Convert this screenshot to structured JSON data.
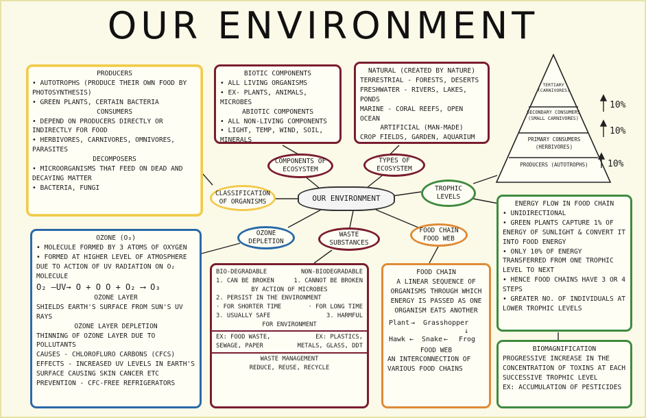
{
  "title": "OUR ENVIRONMENT",
  "producers": {
    "heading": "PRODUCERS",
    "items": [
      "• AUTOTROPHS (PRODUCE THEIR OWN FOOD BY PHOTOSYNTHESIS)",
      "• GREEN PLANTS, CERTAIN BACTERIA"
    ],
    "consumers_heading": "CONSUMERS",
    "consumers_items": [
      "• DEPEND ON PRODUCERS DIRECTLY OR INDIRECTLY FOR FOOD",
      "• HERBIVORES, CARNIVORES, OMNIVORES, PARASITES"
    ],
    "decomposers_heading": "DECOMPOSERS",
    "decomposers_items": [
      "• MICROORGANISMS THAT FEED ON DEAD AND DECAYING MATTER",
      "• BACTERIA, FUNGI"
    ]
  },
  "biotic": {
    "heading": "BIOTIC COMPONENTS",
    "items": [
      "• ALL LIVING ORGANISMS",
      "• EX- PLANTS, ANIMALS, MICROBES"
    ],
    "abiotic_heading": "ABIOTIC COMPONENTS",
    "abiotic_items": [
      "• ALL NON-LIVING COMPONENTS",
      "• LIGHT, TEMP, WIND, SOIL, MINERALS"
    ]
  },
  "natural": {
    "heading": "NATURAL (CREATED BY NATURE)",
    "items": [
      "TERRESTRIAL - FORESTS, DESERTS",
      "FRESHWATER - RIVERS, LAKES, PONDS",
      "MARINE - CORAL REEFS, OPEN OCEAN"
    ],
    "artificial_heading": "ARTIFICIAL (MAN-MADE)",
    "artificial_items": [
      "CROP FIELDS, GARDEN, AQUARIUM"
    ]
  },
  "pyramid": {
    "tertiary": "TERTIARY (CARNIVORES)",
    "secondary": "SECONDARY CONSUMERS (SMALL CARNIVORES)",
    "primary": "PRIMARY CONSUMERS (HERBIVORES)",
    "producers": "PRODUCERS (AUTOTROPHS)",
    "percent": "10%"
  },
  "ovals": {
    "components": "COMPONENTS OF ECOSYSTEM",
    "types": "TYPES OF ECOSYSTEM",
    "classification": "CLASSIFICATION OF ORGANISMS",
    "center": "OUR ENVIRONMENT",
    "trophic": "TROPHIC LEVELS",
    "ozone": "OZONE DEPLETION",
    "waste": "WASTE SUBSTANCES",
    "foodchain": "FOOD CHAIN FOOD WEB"
  },
  "ozone": {
    "heading": "OZONE (O₃)",
    "items": [
      "• MOLECULE FORMED BY 3 ATOMS OF OXYGEN",
      "• FORMED AT HIGHER LEVEL OF ATMOSPHERE DUE TO ACTION OF UV RADIATION ON O₂ MOLECULE"
    ],
    "equation": "O₂ —UV→ O + O    O + O₂ ⟶ O₃",
    "layer_heading": "OZONE LAYER",
    "layer_text": "SHIELDS EARTH'S SURFACE FROM SUN'S UV RAYS",
    "depletion_heading": "OZONE LAYER DEPLETION",
    "depletion_items": [
      "THINNING OF OZONE LAYER DUE TO POLLUTANTS",
      "CAUSES - CHLOROFLURO CARBONS (CFCs)",
      "EFFECTS - INCREASED UV LEVELS IN EARTH'S SURFACE CAUSING SKIN CANCER ETC",
      "PREVENTION - CFC-FREE REFRIGERATORS"
    ]
  },
  "waste": {
    "bio_heading": "BIO-DEGRADABLE",
    "non_heading": "NON-BIODEGRADABLE",
    "row1_left": "1. CAN BE BROKEN",
    "row1_right": "1. CANNOT BE BROKEN",
    "row1_common": "BY ACTION OF MICROBES",
    "row2_left": "2. PERSIST IN THE ENVIRONMENT",
    "row2_sub_left": "· FOR SHORTER TIME",
    "row2_sub_right": "· FOR LONG TIME",
    "row3_left": "3. USUALLY SAFE",
    "row3_right": "3. HARMFUL",
    "row3_common": "FOR ENVIRONMENT",
    "ex_left": "EX: FOOD WASTE, SEWAGE, PAPER",
    "ex_right": "EX: PLASTICS, METALS, GLASS, DDT",
    "mgmt_heading": "WASTE MANAGEMENT",
    "mgmt_text": "REDUCE, REUSE, RECYCLE"
  },
  "foodchain": {
    "heading": "FOOD CHAIN",
    "text": "A LINEAR SEQUENCE OF ORGANISMS THROUGH WHICH ENERGY IS PASSED AS ONE ORGANISM EATS ANOTHER",
    "plant": "Plant",
    "grasshopper": "Grasshopper",
    "hawk": "Hawk",
    "snake": "Snake",
    "frog": "Frog",
    "web_heading": "FOOD WEB",
    "web_text": "AN INTERCONNECTION OF VARIOUS FOOD CHAINS"
  },
  "energy": {
    "heading": "ENERGY FLOW IN FOOD CHAIN",
    "items": [
      "• UNIDIRECTIONAL",
      "• GREEN PLANTS CAPTURE 1% OF ENERGY OF SUNLIGHT & CONVERT IT INTO FOOD ENERGY",
      "• ONLY 10% OF ENERGY TRANSFERRED FROM ONE TROPHIC LEVEL TO NEXT",
      "• HENCE FOOD CHAINS HAVE 3 OR 4 STEPS",
      "• GREATER NO. OF INDIVIDUALS AT LOWER TROPHIC LEVELS"
    ]
  },
  "bio": {
    "heading": "BIOMAGNIFICATION",
    "text": "PROGRESSIVE INCREASE IN THE CONCENTRATION OF TOXINS AT EACH SUCCESSIVE TROPHIC LEVEL",
    "example": "EX: ACCUMULATION OF PESTICIDES"
  }
}
